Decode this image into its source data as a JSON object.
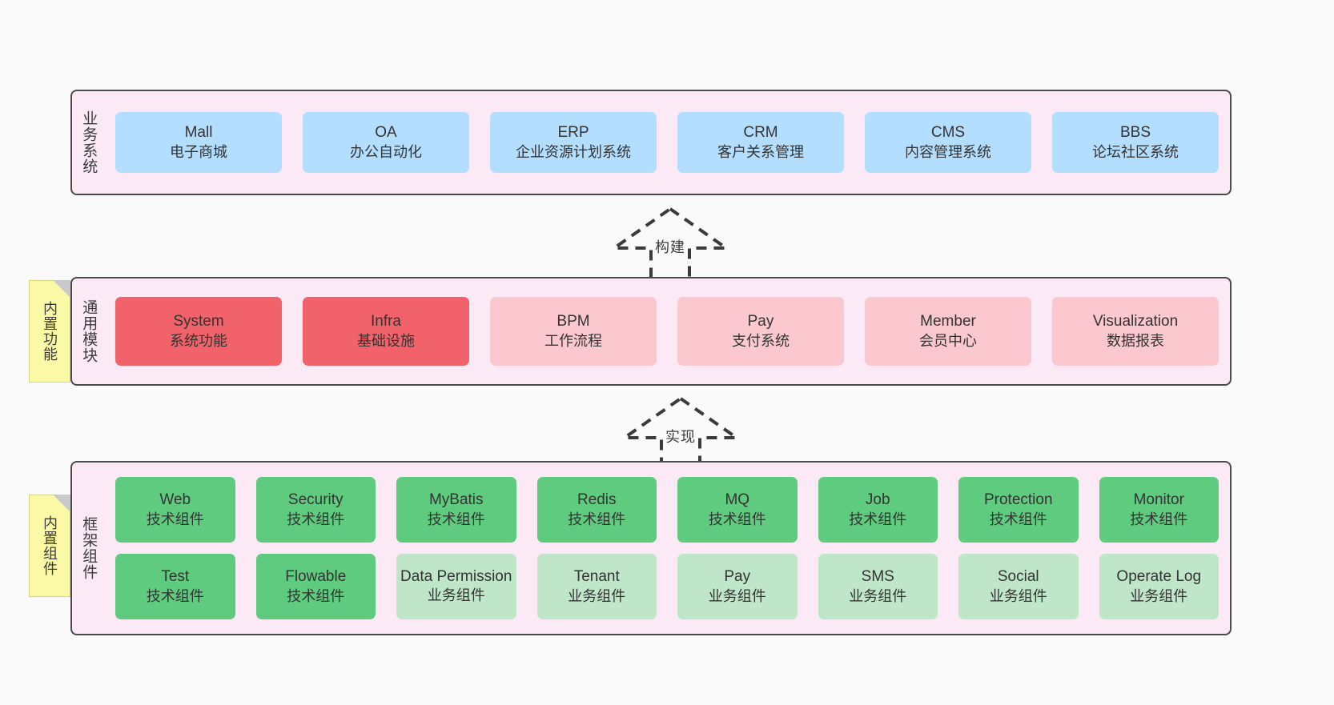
{
  "diagram": {
    "title_hidden": "",
    "background": "#fafafa",
    "band_fill": "#fbeaf6",
    "band_border": "#4a4a4a",
    "note_fill": "#fbf8a6"
  },
  "layers": {
    "business": {
      "title": "业务系统",
      "cards": [
        {
          "en": "Mall",
          "cn": "电子商城",
          "color": "#b3deff"
        },
        {
          "en": "OA",
          "cn": "办公自动化",
          "color": "#b3deff"
        },
        {
          "en": "ERP",
          "cn": "企业资源计划系统",
          "color": "#b3deff"
        },
        {
          "en": "CRM",
          "cn": "客户关系管理",
          "color": "#b3deff"
        },
        {
          "en": "CMS",
          "cn": "内容管理系统",
          "color": "#b3deff"
        },
        {
          "en": "BBS",
          "cn": "论坛社区系统",
          "color": "#b3deff"
        }
      ]
    },
    "common": {
      "title": "通用模块",
      "note": "内置功能",
      "cards": [
        {
          "en": "System",
          "cn": "系统功能",
          "color": "#f2626a"
        },
        {
          "en": "Infra",
          "cn": "基础设施",
          "color": "#f2626a"
        },
        {
          "en": "BPM",
          "cn": "工作流程",
          "color": "#fbc8cf"
        },
        {
          "en": "Pay",
          "cn": "支付系统",
          "color": "#fbc8cf"
        },
        {
          "en": "Member",
          "cn": "会员中心",
          "color": "#fbc8cf"
        },
        {
          "en": "Visualization",
          "cn": "数据报表",
          "color": "#fbc8cf"
        }
      ]
    },
    "framework": {
      "title": "框架组件",
      "note": "内置组件",
      "row1": [
        {
          "en": "Web",
          "cn": "技术组件",
          "color": "#5fcb7e"
        },
        {
          "en": "Security",
          "cn": "技术组件",
          "color": "#5fcb7e"
        },
        {
          "en": "MyBatis",
          "cn": "技术组件",
          "color": "#5fcb7e"
        },
        {
          "en": "Redis",
          "cn": "技术组件",
          "color": "#5fcb7e"
        },
        {
          "en": "MQ",
          "cn": "技术组件",
          "color": "#5fcb7e"
        },
        {
          "en": "Job",
          "cn": "技术组件",
          "color": "#5fcb7e"
        },
        {
          "en": "Protection",
          "cn": "技术组件",
          "color": "#5fcb7e"
        },
        {
          "en": "Monitor",
          "cn": "技术组件",
          "color": "#5fcb7e"
        }
      ],
      "row2": [
        {
          "en": "Test",
          "cn": "技术组件",
          "color": "#5fcb7e"
        },
        {
          "en": "Flowable",
          "cn": "技术组件",
          "color": "#5fcb7e"
        },
        {
          "en": "Data Permission",
          "cn": "业务组件",
          "color": "#bfe6c8"
        },
        {
          "en": "Tenant",
          "cn": "业务组件",
          "color": "#bfe6c8"
        },
        {
          "en": "Pay",
          "cn": "业务组件",
          "color": "#bfe6c8"
        },
        {
          "en": "SMS",
          "cn": "业务组件",
          "color": "#bfe6c8"
        },
        {
          "en": "Social",
          "cn": "业务组件",
          "color": "#bfe6c8"
        },
        {
          "en": "Operate Log",
          "cn": "业务组件",
          "color": "#bfe6c8"
        }
      ]
    }
  },
  "connectors": [
    {
      "label": "构建"
    },
    {
      "label": "实现"
    }
  ]
}
